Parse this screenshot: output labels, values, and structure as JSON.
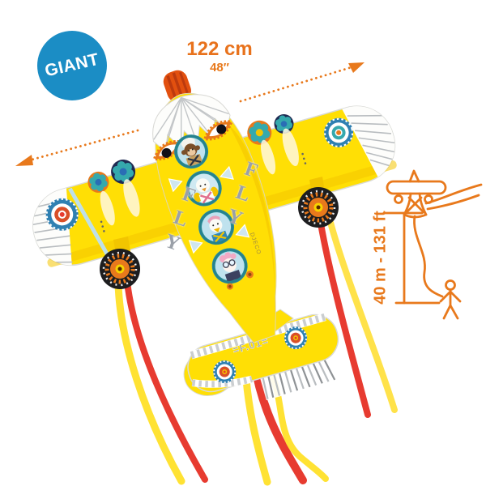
{
  "badge": {
    "label": "GIANT",
    "color": "#1b8dc5"
  },
  "dimensions": {
    "wingspan_cm": "122 cm",
    "wingspan_in": "48″"
  },
  "flight_height": {
    "label": "40 m - 131 ft"
  },
  "kite": {
    "type": "airplane kite",
    "side_text_left": "FLY",
    "side_text_right": "FLY",
    "tail_code": "=F.01=",
    "brand": "DJECO",
    "portholes": [
      "monkey-pilot",
      "duck-pilot",
      "bird-pilot",
      "dog-pilot"
    ]
  },
  "colors": {
    "accent_orange": "#e8791c",
    "badge_blue": "#1b8dc5",
    "kite_yellow": "#ffdf05",
    "shade_yellow": "#f4c500",
    "nose_red": "#e2500f",
    "ribbon_red": "#e73b30",
    "ribbon_yellow": "#ffe233",
    "roundel_blue": "#2f80b2",
    "teal": "#35a9ad",
    "navy": "#1f2a52",
    "stripe_gray": "#b9bdc0"
  }
}
